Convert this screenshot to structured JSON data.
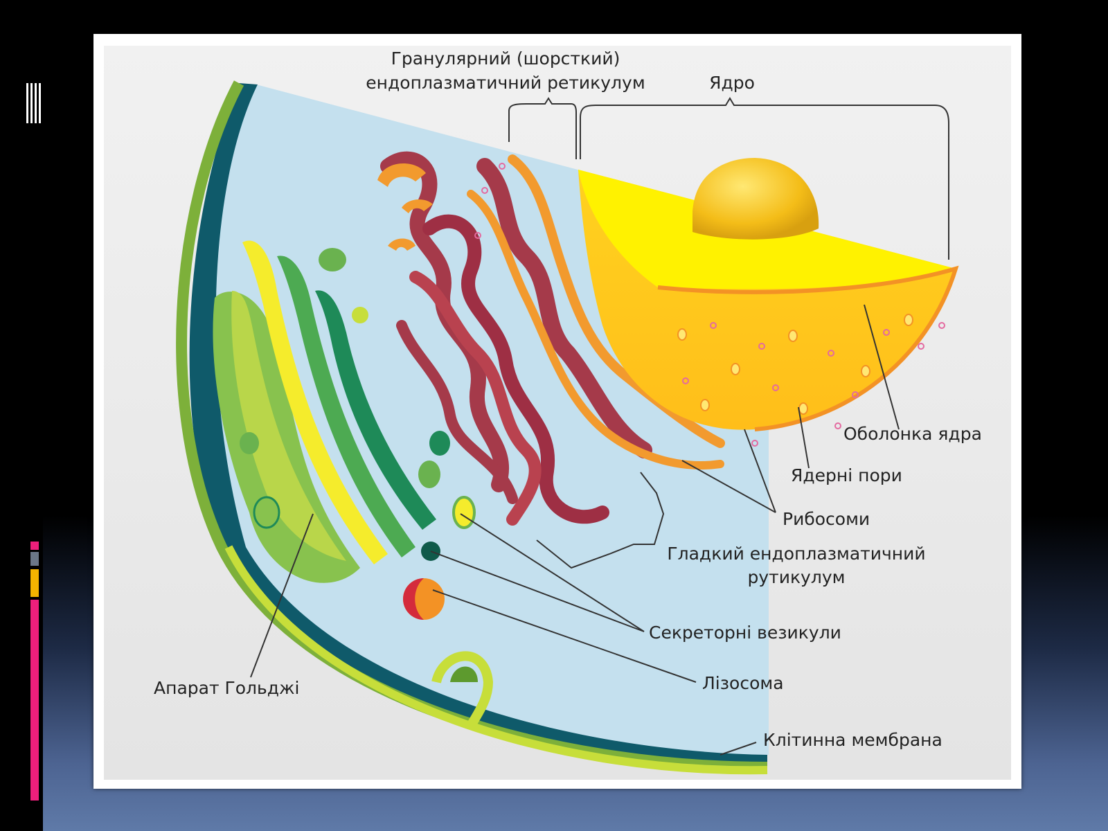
{
  "labels": {
    "rough_er_line1": "Гранулярний (шорсткий)",
    "rough_er_line2": "ендоплазматичний ретикулум",
    "nucleus": "Ядро",
    "nuclear_envelope": "Оболонка ядра",
    "nuclear_pores": "Ядерні пори",
    "ribosomes": "Рибосоми",
    "smooth_er_line1": "Гладкий ендоплазматичний",
    "smooth_er_line2": "рутикулум",
    "secretory_vesicles": "Секреторні везикули",
    "lysosome": "Лізосома",
    "golgi": "Апарат Гольджі",
    "cell_membrane": "Клітинна мембрана"
  },
  "colors": {
    "cytoplasm": "#c4e0ee",
    "cell_wall_dark": "#0f5a6a",
    "membrane": "#c7de3a",
    "nucleus": "#ffd21f",
    "nucleolus": "#f7c21a",
    "rough_er": "#a53a4a",
    "rough_er_edge": "#f29a2e",
    "golgi_green": "#5db85a",
    "golgi_yellow": "#f5ec2c"
  }
}
